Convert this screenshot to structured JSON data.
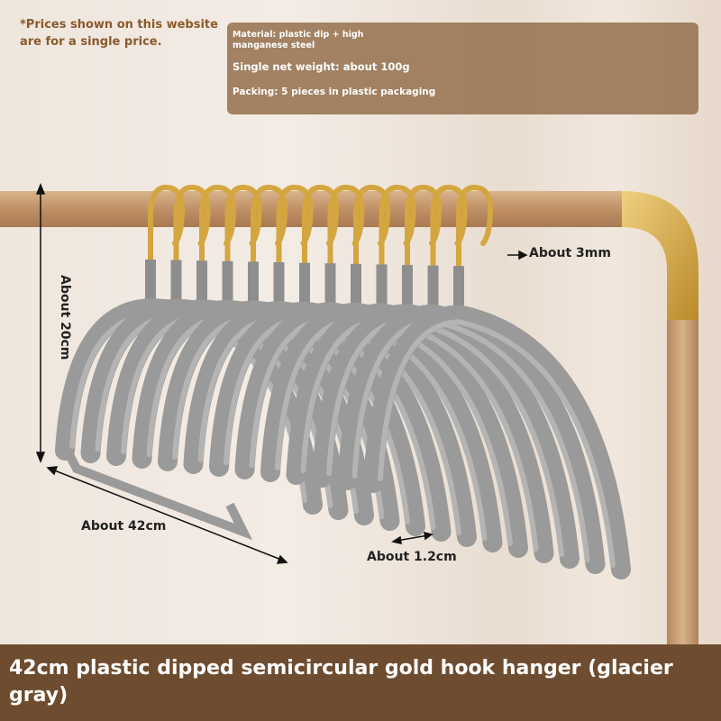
{
  "note": "*Prices shown on this website are for a single price.",
  "specs": {
    "material": "Material: plastic dip + high manganese steel",
    "weight": "Single net weight: about 100g",
    "packing": "Packing: 5 pieces in plastic packaging"
  },
  "dimensions": {
    "height": "About 20cm",
    "width": "About 42cm",
    "hook": "About 3mm",
    "thickness": "About 1.2cm"
  },
  "hanger_count": 13,
  "colors": {
    "hanger": "#9a9a9a",
    "hook": "#d4a640",
    "wood": "#c49a70",
    "banner": "#6e4c2f"
  },
  "title": "42cm plastic dipped semicircular gold hook hanger (glacier gray)"
}
